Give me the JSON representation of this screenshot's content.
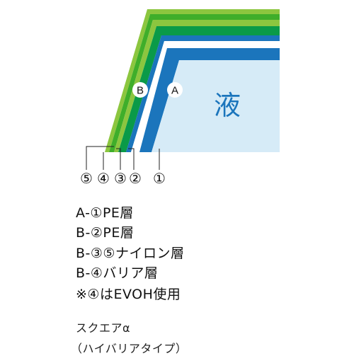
{
  "diagram": {
    "liquid_label": "液",
    "layer_group_labels": [
      "B",
      "A"
    ],
    "layer_numbers": [
      "⑤",
      "④",
      "③",
      "②",
      "①"
    ],
    "colors": {
      "light_green": "#8cc63f",
      "dark_green": "#0a9a48",
      "blue": "#1b75bc",
      "liquid": "#d6ebf7",
      "text_blue": "#1b75bc"
    }
  },
  "legend": [
    "A-①PE層",
    "B-②PE層",
    "B-③⑤ナイロン層",
    "B-④バリア層",
    "※④はEVOH使用"
  ],
  "product": {
    "name": "スクエアα",
    "type": "（ハイバリアタイプ）"
  }
}
